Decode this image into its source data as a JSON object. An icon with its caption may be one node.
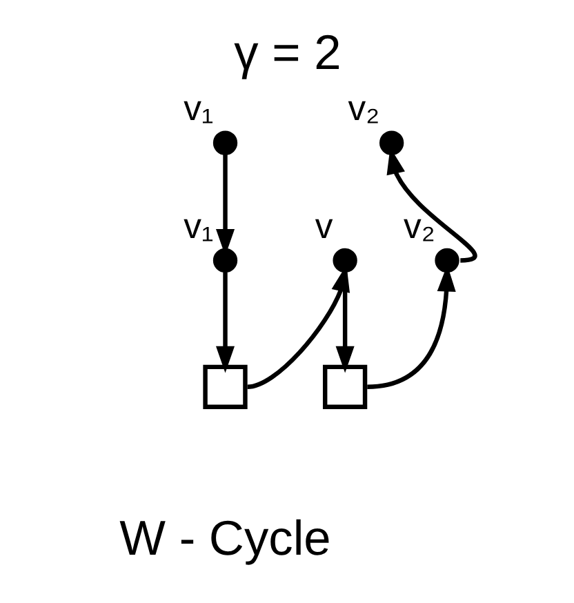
{
  "diagram": {
    "title": "γ = 2",
    "caption": "W - Cycle",
    "nodes": [
      {
        "text": [],
        "shape": "circle",
        "beside": [
          "v₁"
        ]
      },
      {
        "text": [],
        "shape": "circle",
        "beside": [
          "v₁"
        ]
      },
      {
        "text": [],
        "shape": "box"
      },
      {
        "text": [],
        "shape": "circle",
        "beside": [
          "v"
        ]
      },
      {
        "text": [],
        "shape": "box"
      },
      {
        "text": [],
        "shape": "circle",
        "beside": [
          "v₂"
        ]
      },
      {
        "text": [],
        "shape": "circle",
        "beside": [
          "v₂"
        ]
      }
    ],
    "edges": [
      {
        "from": 0,
        "to": 1,
        "arrow": "to"
      },
      {
        "from": 1,
        "to": 2,
        "arrow": "to"
      },
      {
        "from": 2,
        "to": 3,
        "arrow": "to"
      },
      {
        "from": 3,
        "to": 4,
        "arrow": "to"
      },
      {
        "from": 4,
        "to": 5,
        "arrow": "to"
      },
      {
        "from": 5,
        "to": 6,
        "arrow": "to"
      }
    ]
  }
}
